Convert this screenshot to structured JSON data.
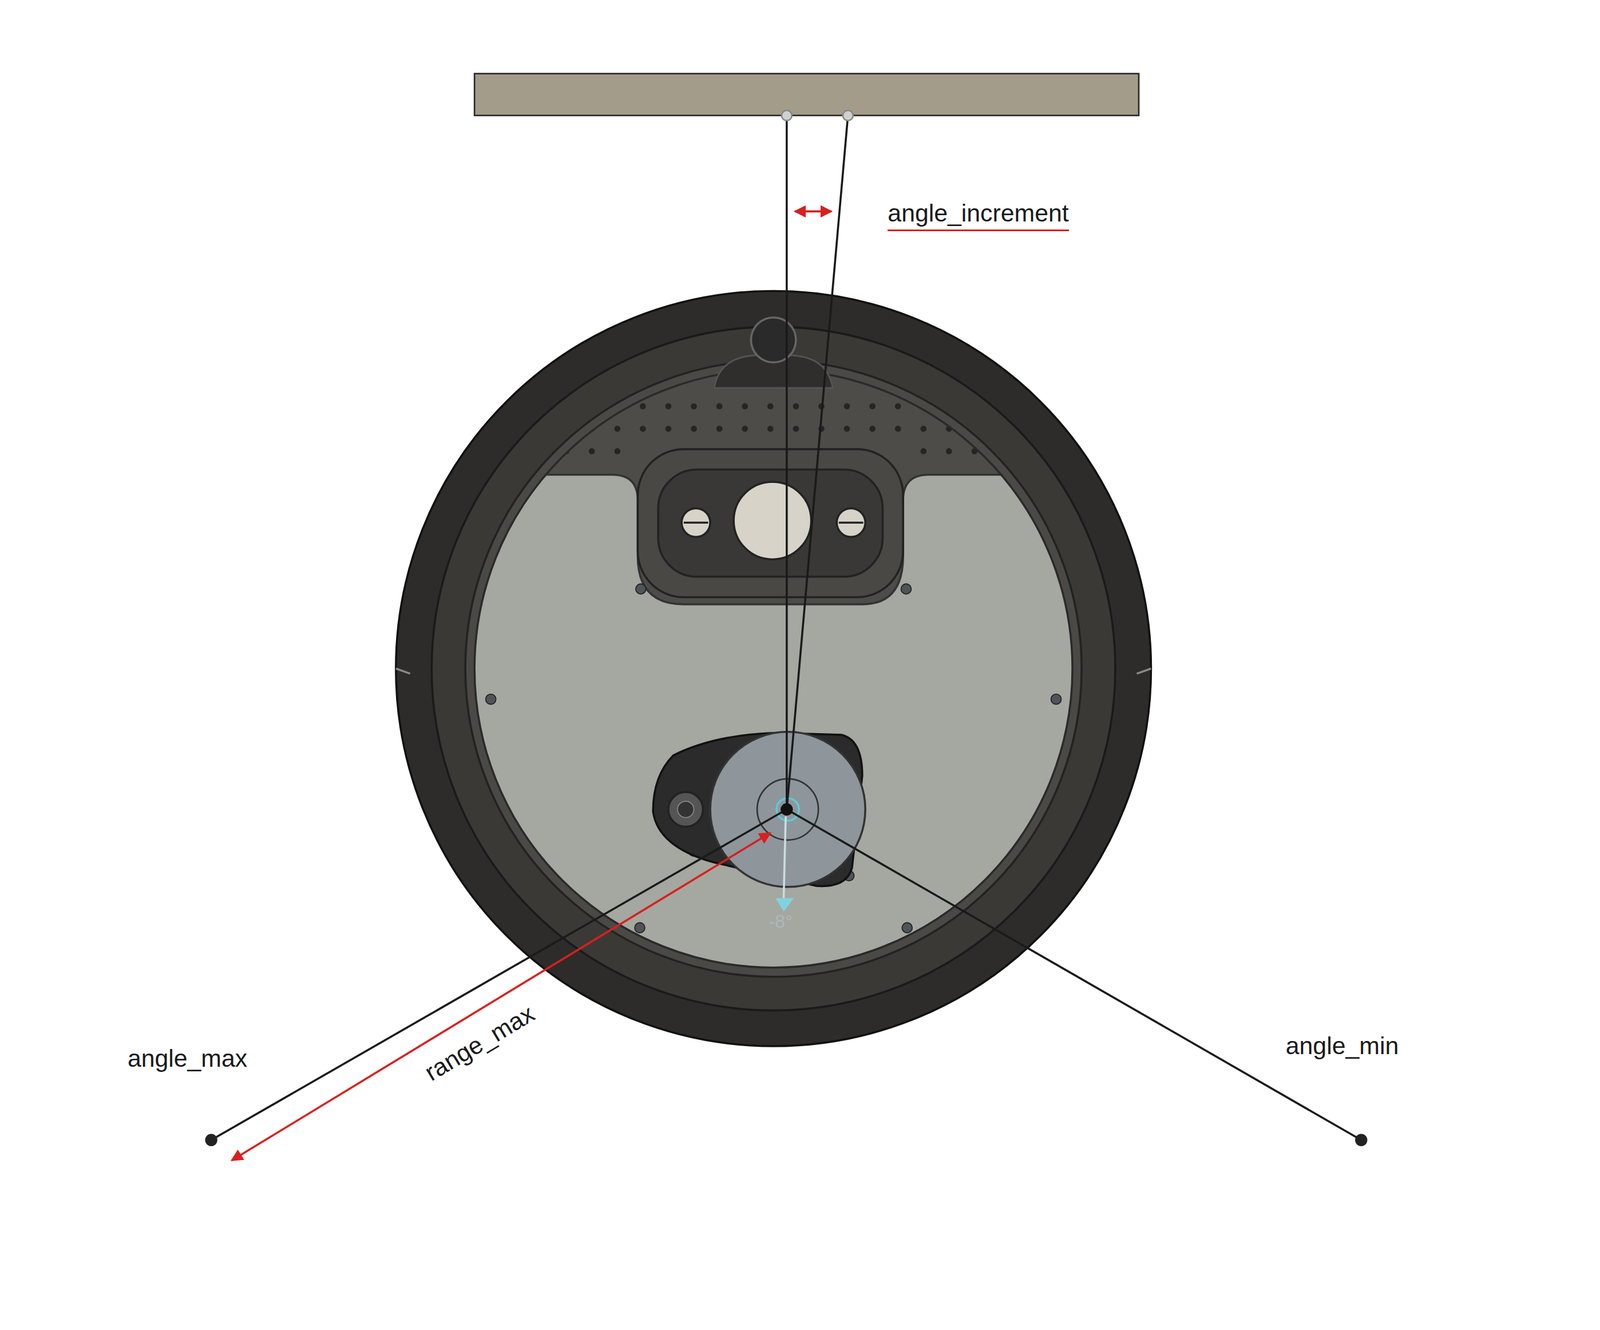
{
  "diagram": {
    "labels": [
      "angle_increment",
      "angle_max",
      "range_max",
      "angle_min",
      "-8°"
    ]
  }
}
